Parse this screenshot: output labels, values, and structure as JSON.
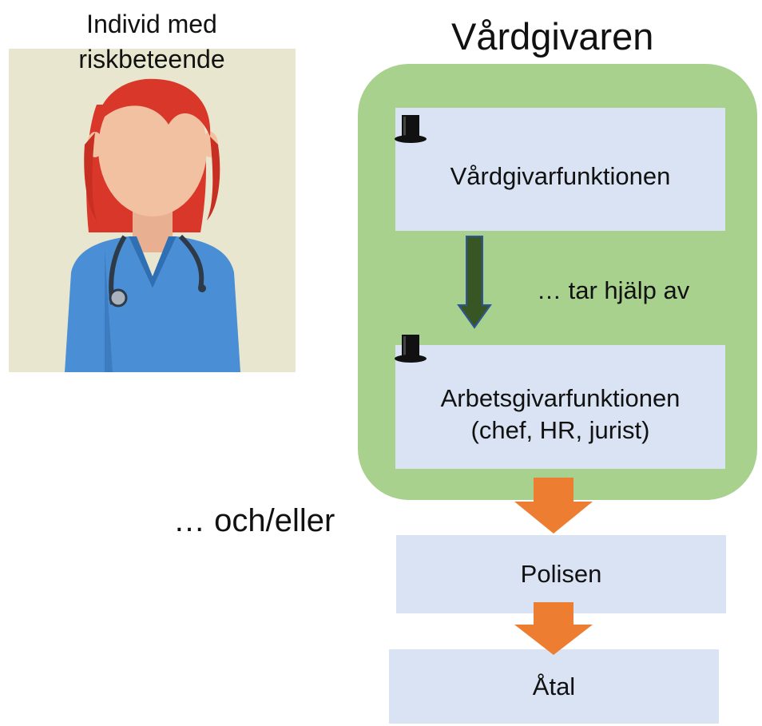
{
  "person": {
    "title_line1": "Individ med",
    "title_line2": "riskbeteende",
    "illustration": "nurse-with-stethoscope"
  },
  "provider": {
    "title": "Vårdgivaren",
    "care_function": "Vårdgivarfunktionen",
    "helps_text": "… tar hjälp av",
    "employer_function_line1": "Arbetsgivarfunktionen",
    "employer_function_line2": "(chef, HR, jurist)"
  },
  "or_text": "… och/eller",
  "police": "Polisen",
  "prosecution": "Åtal",
  "icons": {
    "hat": "top-hat-icon",
    "down_arrow_green": "down-arrow-icon",
    "down_arrow_orange": "down-arrow-icon"
  },
  "colors": {
    "panel_bg": "#e9e6cf",
    "group_green": "#a9d18e",
    "box_blue": "#dae3f3",
    "arrow_dark_green": "#375623",
    "arrow_outline": "#2f5597",
    "arrow_orange": "#ed7d31",
    "hair": "#d9372a",
    "scrubs": "#4a8fd6",
    "skin": "#f2c1a2"
  }
}
